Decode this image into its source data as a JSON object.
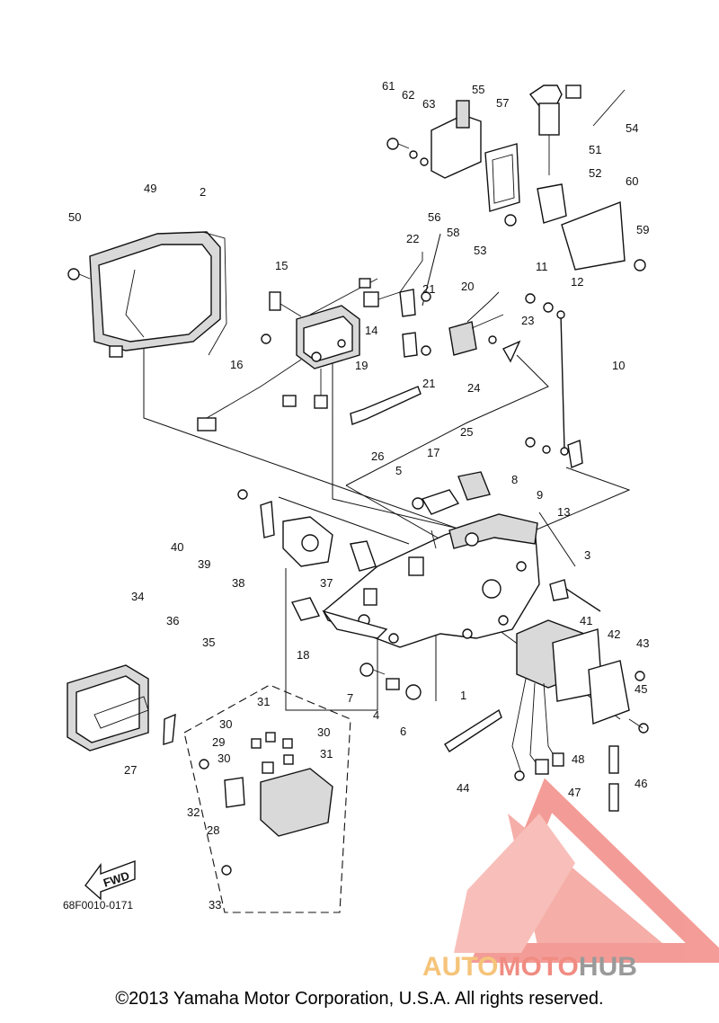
{
  "diagram": {
    "code": "68F0010-0171",
    "fwd_label": "FWD",
    "copyright": "©2013 Yamaha Motor Corporation, U.S.A. All rights reserved."
  },
  "callouts": {
    "c1": "1",
    "c2": "2",
    "c3": "3",
    "c4": "4",
    "c5": "5",
    "c6": "6",
    "c7": "7",
    "c8": "8",
    "c9": "9",
    "c10": "10",
    "c11": "11",
    "c12": "12",
    "c13": "13",
    "c14": "14",
    "c15": "15",
    "c16": "16",
    "c17": "17",
    "c18": "18",
    "c19": "19",
    "c20": "20",
    "c21a": "21",
    "c21b": "21",
    "c22": "22",
    "c23": "23",
    "c24": "24",
    "c25": "25",
    "c26": "26",
    "c27": "27",
    "c28": "28",
    "c29": "29",
    "c30a": "30",
    "c30b": "30",
    "c30c": "30",
    "c31a": "31",
    "c31b": "31",
    "c32": "32",
    "c33": "33",
    "c34": "34",
    "c35": "35",
    "c36": "36",
    "c37": "37",
    "c38": "38",
    "c39": "39",
    "c40": "40",
    "c41": "41",
    "c42": "42",
    "c43": "43",
    "c44": "44",
    "c45": "45",
    "c46": "46",
    "c47": "47",
    "c48": "48",
    "c49": "49",
    "c50": "50",
    "c51": "51",
    "c52": "52",
    "c53": "53",
    "c54": "54",
    "c55": "55",
    "c56": "56",
    "c57": "57",
    "c58": "58",
    "c59": "59",
    "c60": "60",
    "c61": "61",
    "c62": "62",
    "c63": "63"
  },
  "watermark": {
    "part1": "AUTO",
    "part2": "MOTO",
    "part3": "HUB",
    "colors": {
      "auto": "#f5c47a",
      "moto": "#f08c82",
      "hub": "#9a9a9a",
      "triangle": "#f28b85"
    }
  }
}
